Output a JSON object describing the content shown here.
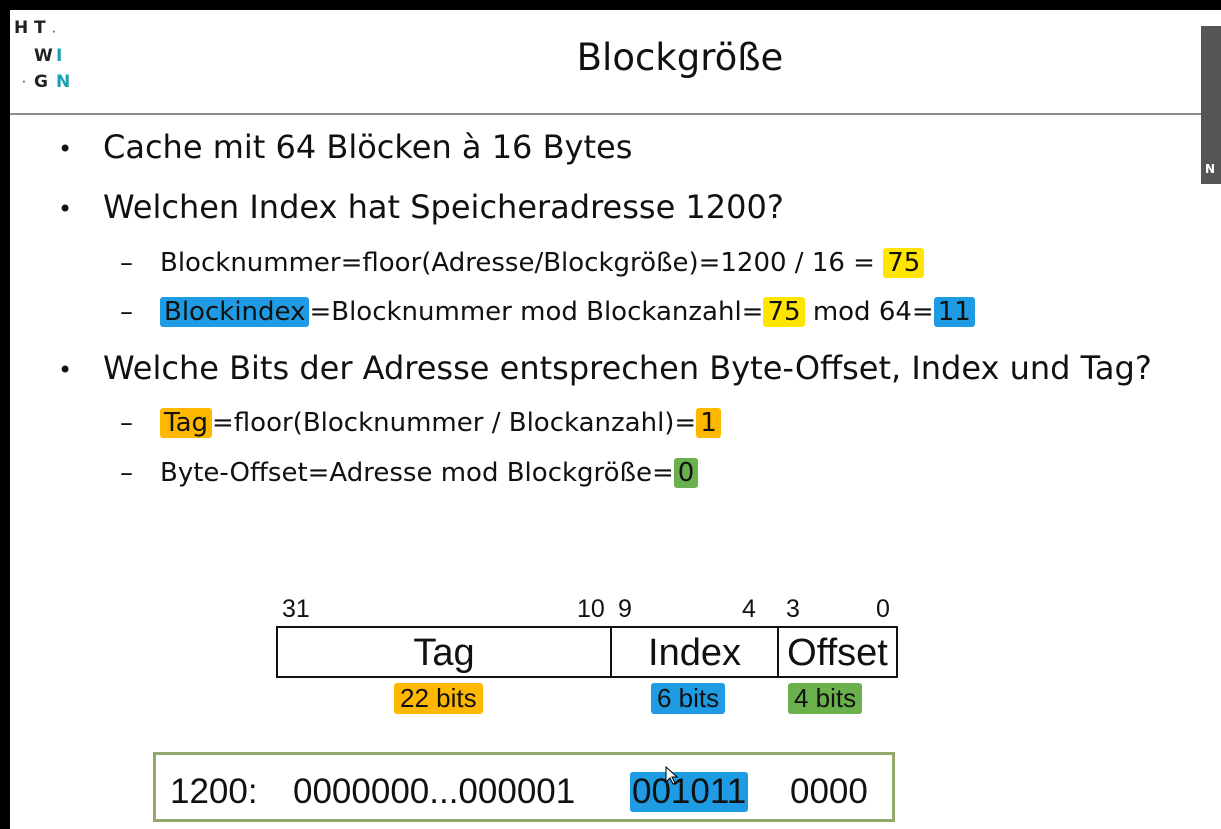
{
  "logo": {
    "h": "H",
    "t": "T",
    "w": "W",
    "i": "I",
    "g": "G",
    "n": "N"
  },
  "title": "Blockgröße",
  "bullets": {
    "b1": {
      "pre": "Cache mit ",
      "hl": "64",
      "post": " Blöcken à 16 Bytes"
    },
    "b2": {
      "text": "Welchen Index hat Speicheradresse 1200?"
    },
    "b2_sub1": {
      "pre": "Blocknummer=floor(Adresse/Blockgröße)=1200 / 16 = ",
      "hl": "75"
    },
    "b2_sub2": {
      "hl1": "Blockindex",
      "mid1": "=Blocknummer mod Blockanzahl=",
      "hl2": "75",
      "mid2": " mod 64=",
      "hl3": "11"
    },
    "b3": {
      "text": "Welche Bits der Adresse entsprechen Byte-Offset, Index und Tag?"
    },
    "b3_sub1": {
      "hl1": "Tag",
      "mid": "=floor(Blocknummer / Blockanzahl)=",
      "hl2": "1"
    },
    "b3_sub2": {
      "pre": "Byte-Offset=Adresse mod Blockgröße=",
      "hl": "0"
    }
  },
  "bitlayout": {
    "positions": {
      "p31": "31",
      "p10": "10",
      "p9": "9",
      "p4": "4",
      "p3": "3",
      "p0": "0"
    },
    "fields": {
      "tag": "Tag",
      "index": "Index",
      "offset": "Offset"
    },
    "widths": {
      "tag": "22 bits",
      "index": "6 bits",
      "offset": "4 bits"
    }
  },
  "address": {
    "label": "1200:",
    "tag_bits": "0000000...000001",
    "index_bits": "001011",
    "offset_bits": "0000"
  },
  "colors": {
    "yellow": "#ffe500",
    "blue": "#1e9be3",
    "orange": "#ffb800",
    "green": "#6ab04c"
  }
}
